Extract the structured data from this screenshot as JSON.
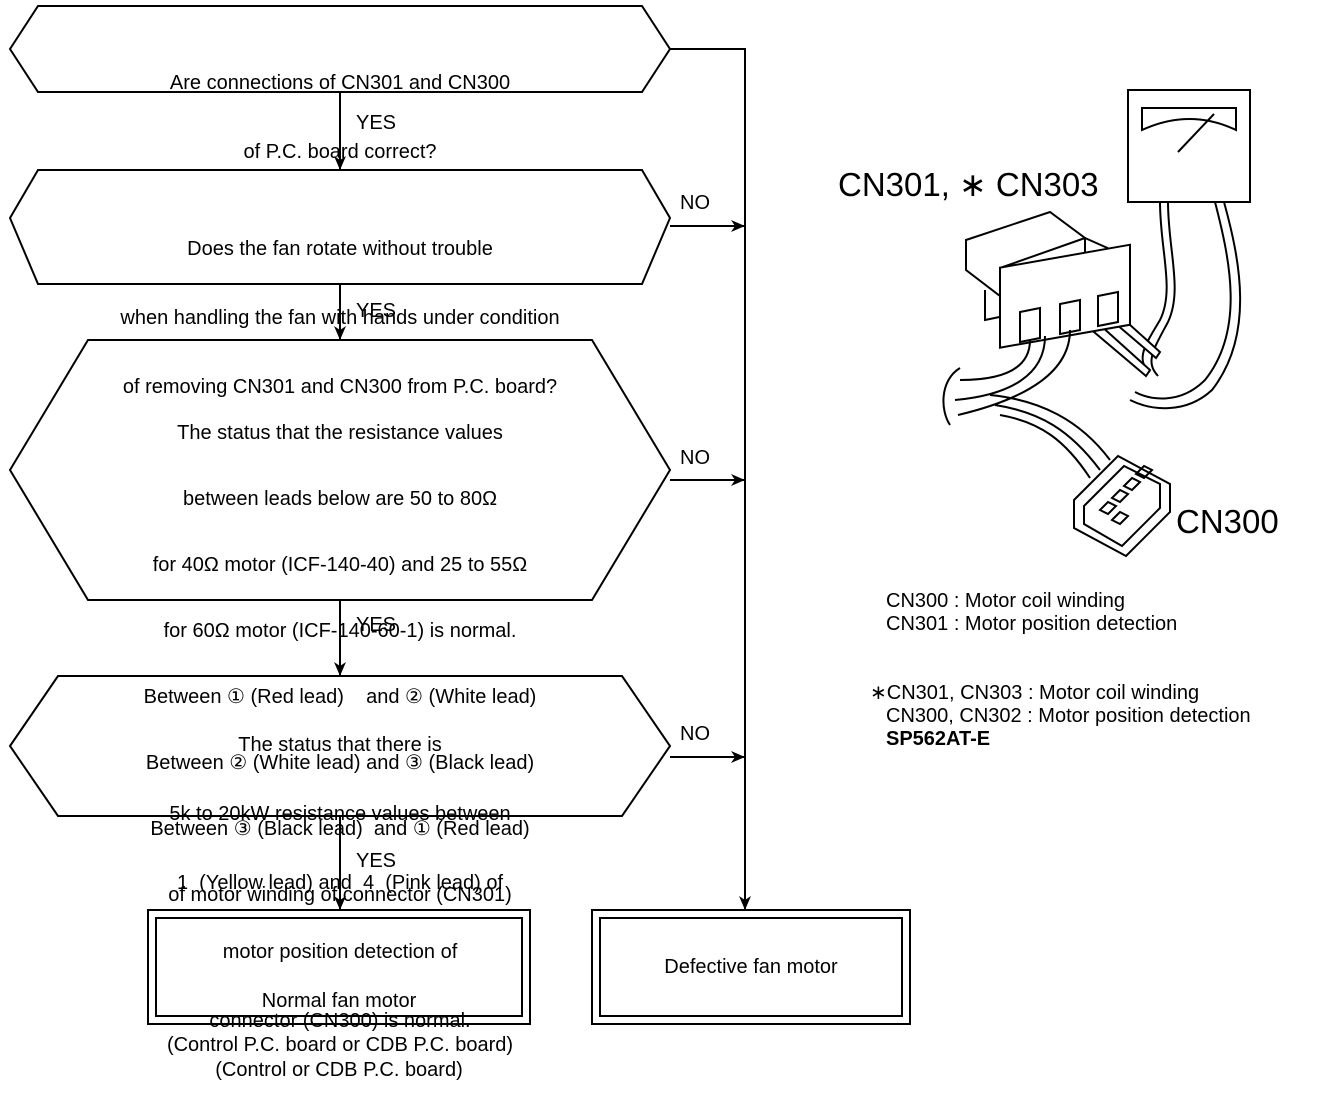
{
  "flowchart": {
    "decision1": [
      "Are connections of CN301 and CN300",
      "of P.C. board correct?"
    ],
    "decision2": [
      "Does the fan rotate without trouble",
      "when handling the fan with hands under condition",
      "of removing CN301 and CN300 from P.C. board?"
    ],
    "decision3": [
      "The status that the resistance values",
      "between leads below are 50 to 80Ω",
      "for 40Ω motor (ICF-140-40) and 25 to 55Ω",
      "for 60Ω motor (ICF-140-60-1) is normal.",
      "Between ① (Red lead)    and ② (White lead)",
      "Between ② (White lead) and ③ (Black lead)",
      "Between ③ (Black lead)  and ① (Red lead)",
      "of motor winding of connector (CN301)"
    ],
    "decision4": [
      "The status that there is",
      "5k to 20kW resistance values between",
      "1  (Yellow lead) and  4  (Pink lead) of",
      "motor position detection of",
      "connector (CN300) is normal."
    ],
    "yes_label": "YES",
    "no_label": "NO",
    "result_normal": [
      "Normal fan motor",
      "(Control or CDB P.C. board)"
    ],
    "result_defective": "Defective fan motor",
    "footnote": "(Control P.C. board or CDB P.C. board)"
  },
  "illustration": {
    "connector_label_top": "CN301, ∗ CN303",
    "connector_label_bottom": "CN300"
  },
  "legend": {
    "line1": "CN300 : Motor coil winding",
    "line2": "CN301 : Motor position detection",
    "line3": "∗CN301, CN303 : Motor coil winding",
    "line4": "CN300, CN302 : Motor position detection",
    "model": "SP562AT-E"
  }
}
